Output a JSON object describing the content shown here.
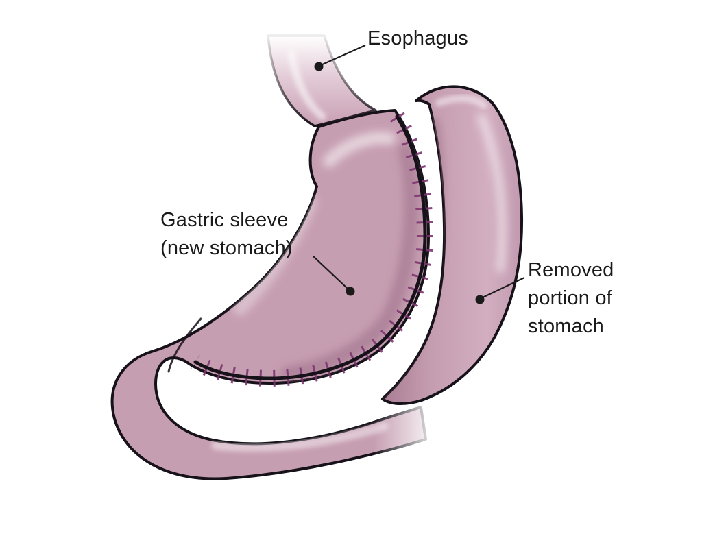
{
  "figure": {
    "type": "medical-diagram",
    "title": "Gastric sleeve (sleeve gastrectomy) diagram",
    "labels": {
      "esophagus": "Esophagus",
      "gastric_sleeve": [
        "Gastric sleeve",
        "(new stomach)"
      ],
      "removed_portion": [
        "Removed",
        "portion of",
        "stomach"
      ]
    },
    "colors": {
      "background": "#ffffff",
      "body": "#c69eb1",
      "body_dark": "#9c7089",
      "body_light": "#ecdce4",
      "outline": "#17121a",
      "staple": "#7c3570",
      "label_text": "#1a1a1a",
      "leader": "#1a1a1a"
    }
  }
}
